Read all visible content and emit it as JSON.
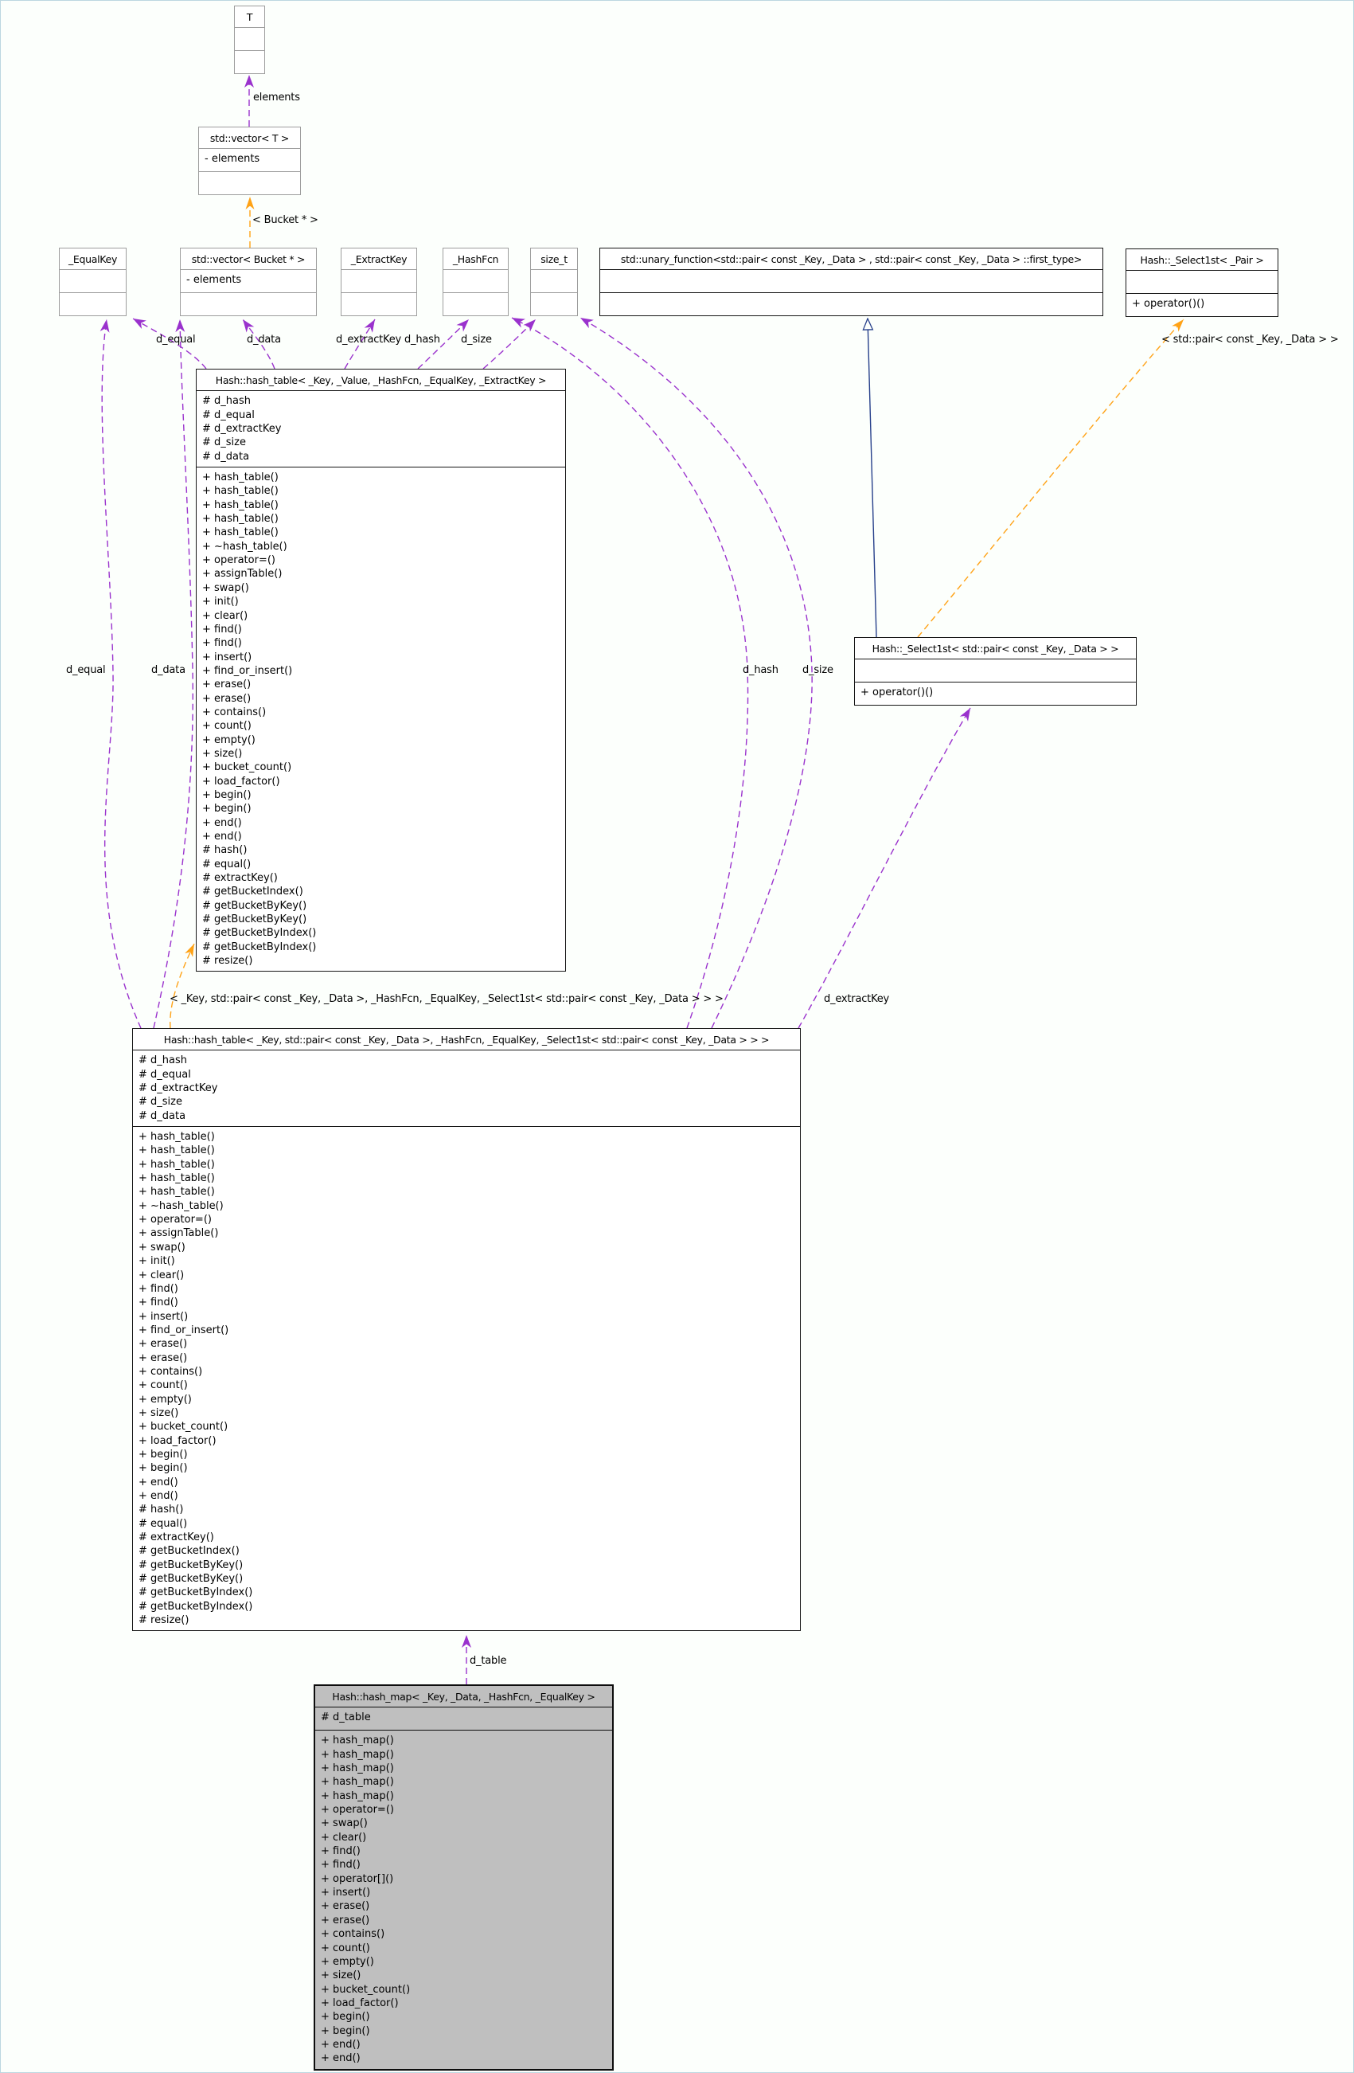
{
  "colors": {
    "usage_edge": "#9a32cd",
    "template_edge": "#ffa216",
    "inheritance_edge": "#27408b",
    "current_node_fill": "#bfbfbf"
  },
  "nodes": {
    "t": {
      "title": "T",
      "attrs": [],
      "methods": []
    },
    "vector_t": {
      "title": "std::vector< T >",
      "attrs": [
        "- elements"
      ],
      "methods": []
    },
    "equal_key": {
      "title": "_EqualKey",
      "attrs": [],
      "methods": []
    },
    "vector_bucket": {
      "title": "std::vector< Bucket * >",
      "attrs": [
        "- elements"
      ],
      "methods": []
    },
    "extract_key": {
      "title": "_ExtractKey",
      "attrs": [],
      "methods": []
    },
    "hash_fcn": {
      "title": "_HashFcn",
      "attrs": [],
      "methods": []
    },
    "size_t": {
      "title": "size_t",
      "attrs": [],
      "methods": []
    },
    "unary_function": {
      "title": "std::unary_function<std::pair< const _Key, _Data > , std::pair< const _Key, _Data > ::first_type>",
      "attrs": [],
      "methods": []
    },
    "select1st_pair": {
      "title": "Hash::_Select1st< _Pair >",
      "attrs": [],
      "methods": [
        "+ operator()()"
      ]
    },
    "select1st_inst": {
      "title": "Hash::_Select1st< std::pair< const _Key, _Data > >",
      "attrs": [],
      "methods": [
        "+ operator()()"
      ]
    },
    "hash_table_generic": {
      "title": "Hash::hash_table< _Key, _Value, _HashFcn, _EqualKey, _ExtractKey >",
      "attrs": [
        "# d_hash",
        "# d_equal",
        "# d_extractKey",
        "# d_size",
        "# d_data"
      ],
      "methods": [
        "+ hash_table()",
        "+ hash_table()",
        "+ hash_table()",
        "+ hash_table()",
        "+ hash_table()",
        "+ ~hash_table()",
        "+ operator=()",
        "+ assignTable()",
        "+ swap()",
        "+ init()",
        "+ clear()",
        "+ find()",
        "+ find()",
        "+ insert()",
        "+ find_or_insert()",
        "+ erase()",
        "+ erase()",
        "+ contains()",
        "+ count()",
        "+ empty()",
        "+ size()",
        "+ bucket_count()",
        "+ load_factor()",
        "+ begin()",
        "+ begin()",
        "+ end()",
        "+ end()",
        "# hash()",
        "# equal()",
        "# extractKey()",
        "# getBucketIndex()",
        "# getBucketByKey()",
        "# getBucketByKey()",
        "# getBucketByIndex()",
        "# getBucketByIndex()",
        "# resize()"
      ]
    },
    "hash_table_inst": {
      "title": "Hash::hash_table< _Key, std::pair< const _Key, _Data >, _HashFcn, _EqualKey, _Select1st< std::pair< const _Key, _Data > > >",
      "attrs": [
        "# d_hash",
        "# d_equal",
        "# d_extractKey",
        "# d_size",
        "# d_data"
      ],
      "methods": [
        "+ hash_table()",
        "+ hash_table()",
        "+ hash_table()",
        "+ hash_table()",
        "+ hash_table()",
        "+ ~hash_table()",
        "+ operator=()",
        "+ assignTable()",
        "+ swap()",
        "+ init()",
        "+ clear()",
        "+ find()",
        "+ find()",
        "+ insert()",
        "+ find_or_insert()",
        "+ erase()",
        "+ erase()",
        "+ contains()",
        "+ count()",
        "+ empty()",
        "+ size()",
        "+ bucket_count()",
        "+ load_factor()",
        "+ begin()",
        "+ begin()",
        "+ end()",
        "+ end()",
        "# hash()",
        "# equal()",
        "# extractKey()",
        "# getBucketIndex()",
        "# getBucketByKey()",
        "# getBucketByKey()",
        "# getBucketByIndex()",
        "# getBucketByIndex()",
        "# resize()"
      ]
    },
    "hash_map": {
      "title": "Hash::hash_map< _Key, _Data, _HashFcn, _EqualKey >",
      "attrs": [
        "# d_table"
      ],
      "methods": [
        "+ hash_map()",
        "+ hash_map()",
        "+ hash_map()",
        "+ hash_map()",
        "+ hash_map()",
        "+ operator=()",
        "+ swap()",
        "+ clear()",
        "+ find()",
        "+ find()",
        "+ operator[]()",
        "+ insert()",
        "+ erase()",
        "+ erase()",
        "+ contains()",
        "+ count()",
        "+ empty()",
        "+ size()",
        "+ bucket_count()",
        "+ load_factor()",
        "+ begin()",
        "+ begin()",
        "+ end()",
        "+ end()"
      ]
    }
  },
  "edge_labels": {
    "elements": "elements",
    "bucket_template": "< Bucket * >",
    "d_equal": "d_equal",
    "d_data": "d_data",
    "d_extractKey": "d_extractKey",
    "d_hash": "d_hash",
    "d_size": "d_size",
    "table_template": "< _Key, std::pair< const _Key, _Data >, _HashFcn, _EqualKey, _Select1st< std::pair< const _Key, _Data > > >",
    "select1st_template": "< std::pair< const _Key, _Data > >",
    "d_table": "d_table"
  }
}
